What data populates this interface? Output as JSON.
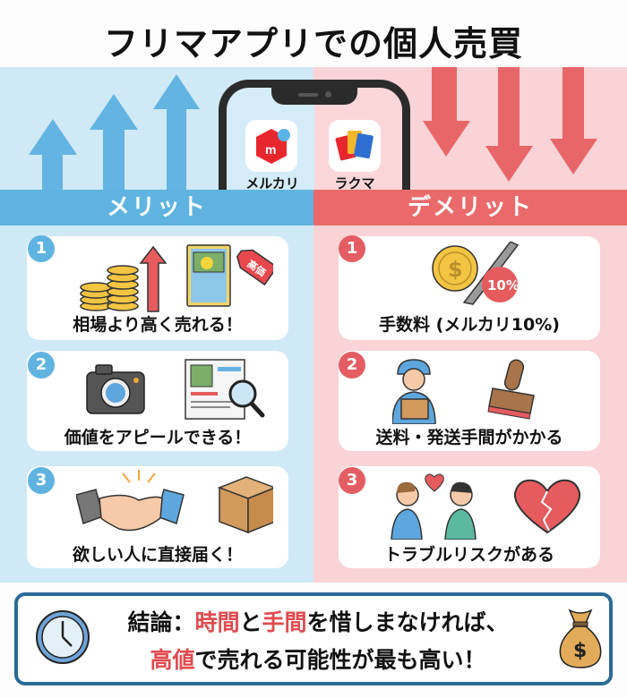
{
  "title": "フリマアプリでの個人売買",
  "phone": {
    "apps": [
      {
        "name": "メルカリ",
        "icon": "mercari-icon",
        "color": "#e8262e"
      },
      {
        "name": "ラクマ",
        "icon": "rakuma-icon",
        "color": "#2f6fd1"
      }
    ]
  },
  "merits": {
    "heading": "メリット",
    "color": "#5fb3e0",
    "items": [
      {
        "num": "1",
        "text": "相場より高く売れる！",
        "icons": [
          "coin-stack-icon",
          "up-arrow-icon",
          "trading-card-icon"
        ],
        "tag": "高価"
      },
      {
        "num": "2",
        "text": "価値をアピールできる！",
        "icons": [
          "camera-icon",
          "listing-magnifier-icon"
        ]
      },
      {
        "num": "3",
        "text": "欲しい人に直接届く！",
        "icons": [
          "handshake-icon",
          "cardboard-box-icon"
        ]
      }
    ]
  },
  "demerits": {
    "heading": "デメリット",
    "color": "#ea6a6c",
    "items": [
      {
        "num": "1",
        "text": "手数料 (メルカリ10%)",
        "icons": [
          "coin-knife-icon"
        ],
        "tag": "10%"
      },
      {
        "num": "2",
        "text": "送料・発送手間がかかる",
        "icons": [
          "delivery-person-icon",
          "stamp-icon"
        ]
      },
      {
        "num": "3",
        "text": "トラブルリスクがある",
        "icons": [
          "arguing-people-icon",
          "broken-heart-icon"
        ]
      }
    ]
  },
  "conclusion": {
    "line1": {
      "prefix": "結論：",
      "hl1": "時間",
      "mid": "と",
      "hl2": "手間",
      "suffix": "を惜しまなければ、"
    },
    "line2": {
      "hl": "高値",
      "suffix": "で売れる可能性が最も高い！"
    },
    "left_icon": "clock-icon",
    "right_icon": "money-bag-icon",
    "border_color": "#2a6a96",
    "highlight_color": "#e04b4f"
  }
}
